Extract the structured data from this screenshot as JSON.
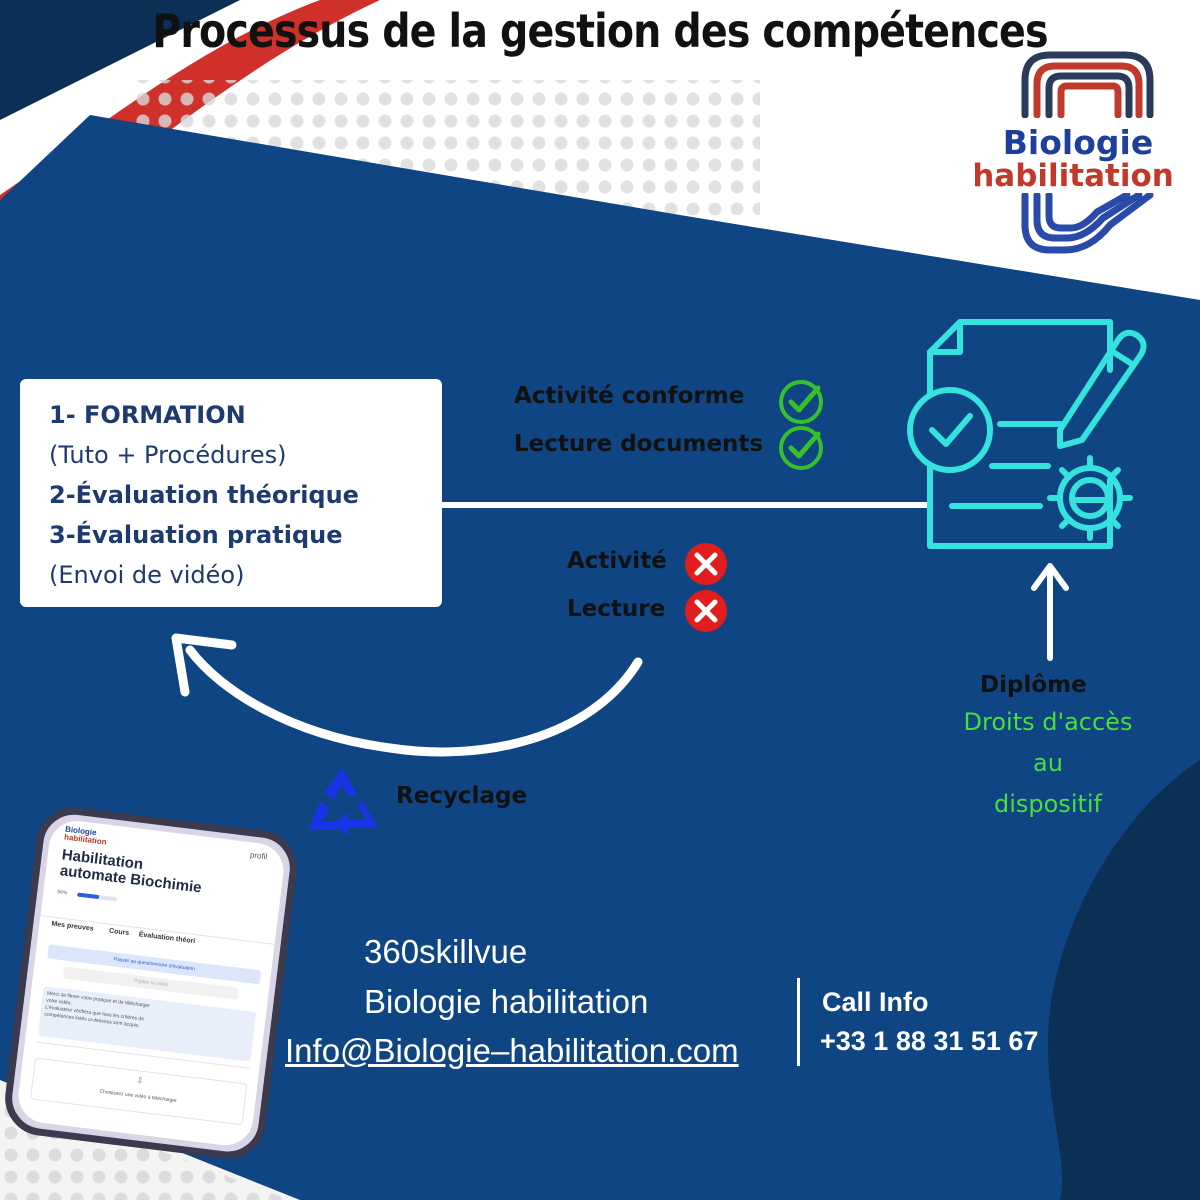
{
  "title": "Processus de la gestion des compétences",
  "logo": {
    "line1": "Biologie",
    "line2": "habilitation"
  },
  "formation": {
    "line1": "1- FORMATION",
    "line2": "(Tuto + Procédures)",
    "line3": "2-Évaluation théorique",
    "line4": "3-Évaluation pratique",
    "line5": "(Envoi de vidéo)"
  },
  "checks": {
    "ok1": "Activité conforme",
    "ok2": "Lecture documents"
  },
  "fails": {
    "ko1": "Activité",
    "ko2": "Lecture"
  },
  "recycle_label": "Recyclage",
  "diploma": {
    "label": "Diplôme",
    "rights1": "Droits d'accès",
    "rights2": "au",
    "rights3": "dispositif"
  },
  "contact": {
    "line1": "360skillvue",
    "line2": "Biologie habilitation",
    "email": "Info@Biologie–habilitation.com",
    "call_label": "Call Info",
    "phone": "+33 1 88 31 51 67"
  },
  "phone_screen": {
    "brand1": "Biologie",
    "brand2": "habilitation",
    "profile": "profil",
    "heading1": "Habilitation",
    "heading2": "automate Biochimie",
    "progress": "56%",
    "tab1": "Mes preuves",
    "tab2": "Cours",
    "tab3": "Évaluation théori",
    "btn1": "Passer au questionnaire d'évaluation",
    "btn2": "Publier la vidéo",
    "info1": "Merci de filmer votre pratique et de télécharger",
    "info2": "votre vidéo.",
    "info3": "L'évaluateur vérifiera que tous les critères de",
    "info4": "compétences listés ci-dessous sont acquis.",
    "upload": "Choisissez une vidéo à télécharger"
  },
  "colors": {
    "navy": "#0e4582",
    "dark_navy": "#0b2f55",
    "red": "#d0302a",
    "cyan": "#36e2de",
    "green": "#4ade3c",
    "check_bg": "#36c12a",
    "cross_bg": "#e11d1d"
  }
}
